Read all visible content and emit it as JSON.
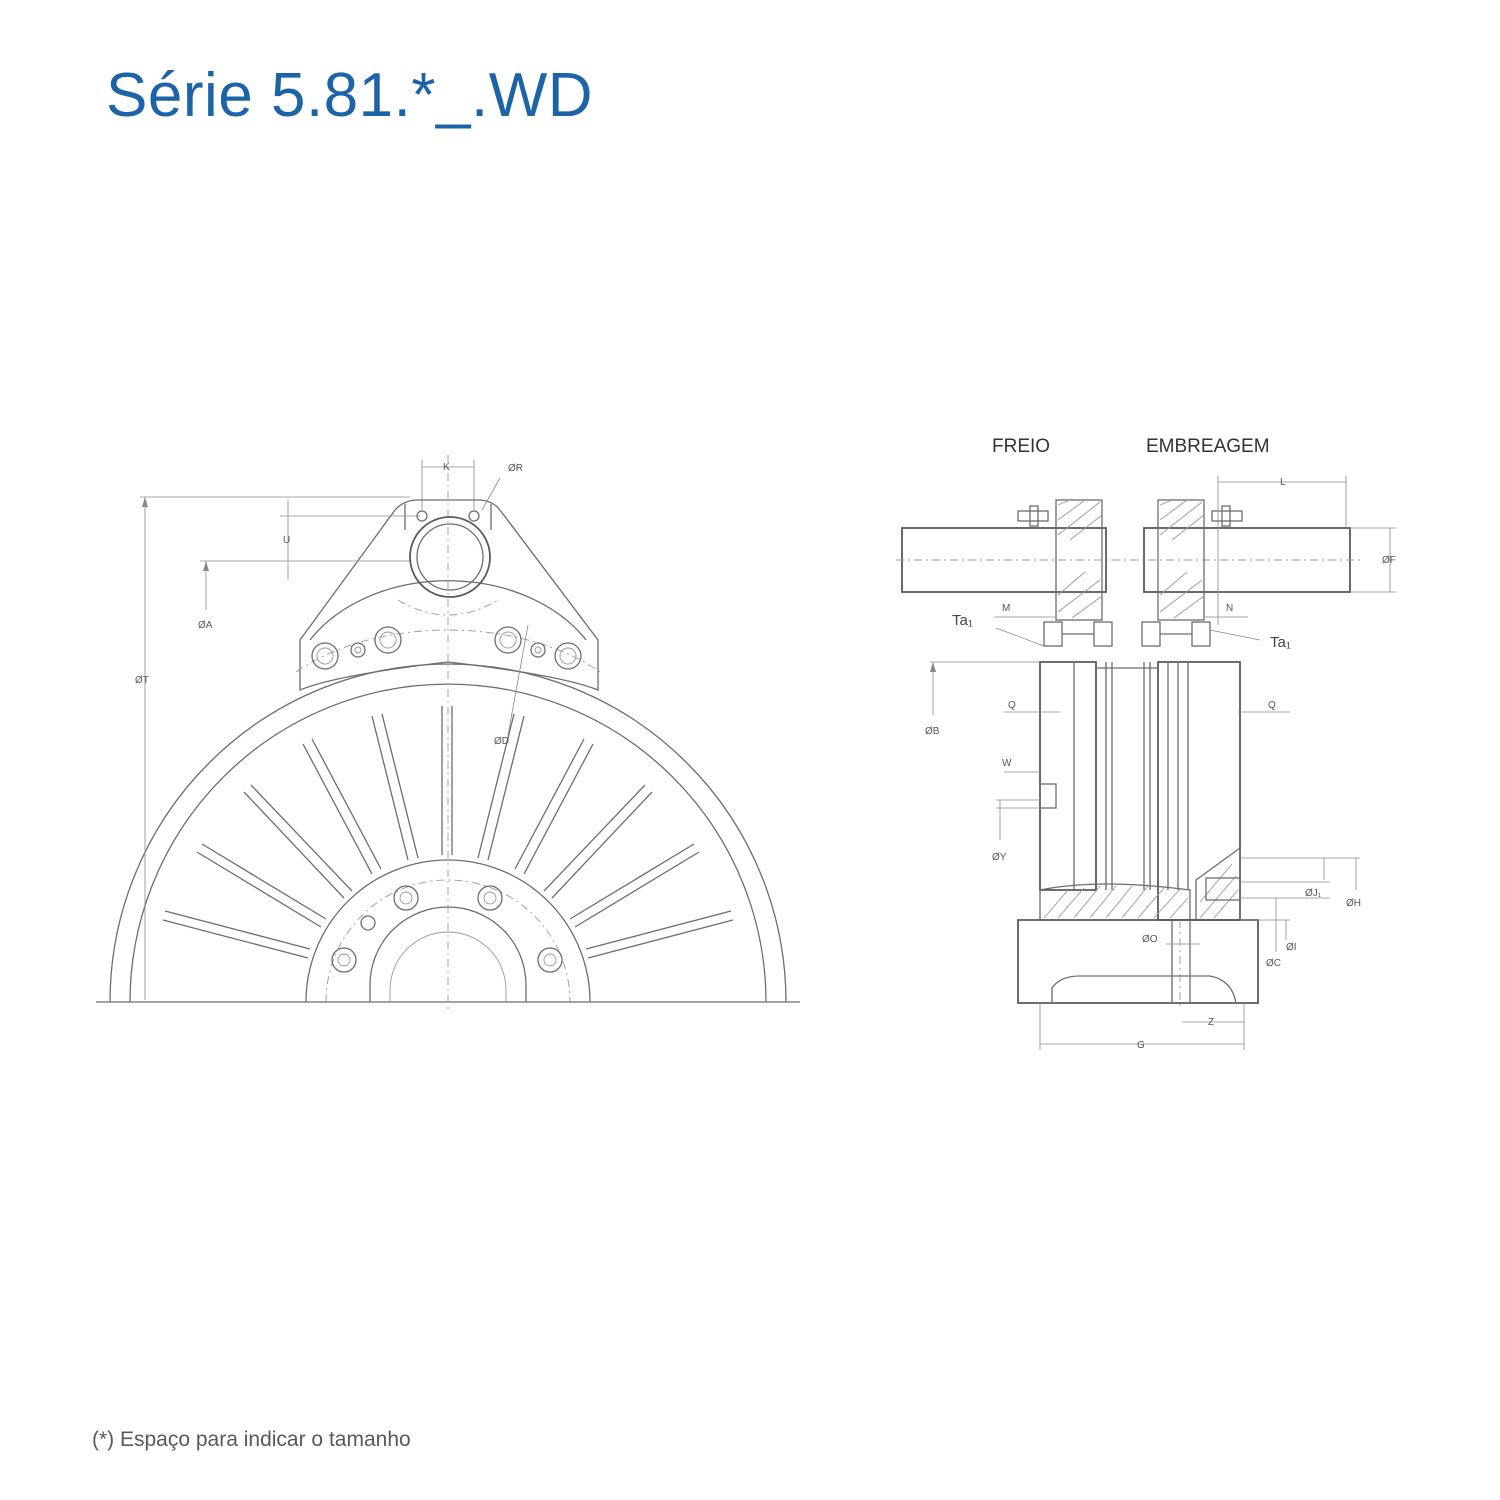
{
  "page": {
    "title": "Série 5.81.*_.WD",
    "footnote": "(*) Espaço para indicar o tamanho"
  },
  "front_view": {
    "labels": {
      "k": "K",
      "r": "ØR",
      "u": "U",
      "a": "ØA",
      "t": "ØT",
      "d": "ØD"
    }
  },
  "side_view": {
    "headings": {
      "freio": "FREIO",
      "embreagem": "EMBREAGEM"
    },
    "labels": {
      "l": "L",
      "f": "ØF",
      "m": "M",
      "n": "N",
      "ta1_left": "Ta₁",
      "ta1_right": "Ta₁",
      "b": "ØB",
      "q_left": "Q",
      "q_right": "Q",
      "w": "W",
      "y": "ØY",
      "j": "ØJ₁",
      "h": "ØH",
      "i": "ØI",
      "o": "ØO",
      "c": "ØC",
      "z": "Z",
      "g": "G"
    }
  }
}
